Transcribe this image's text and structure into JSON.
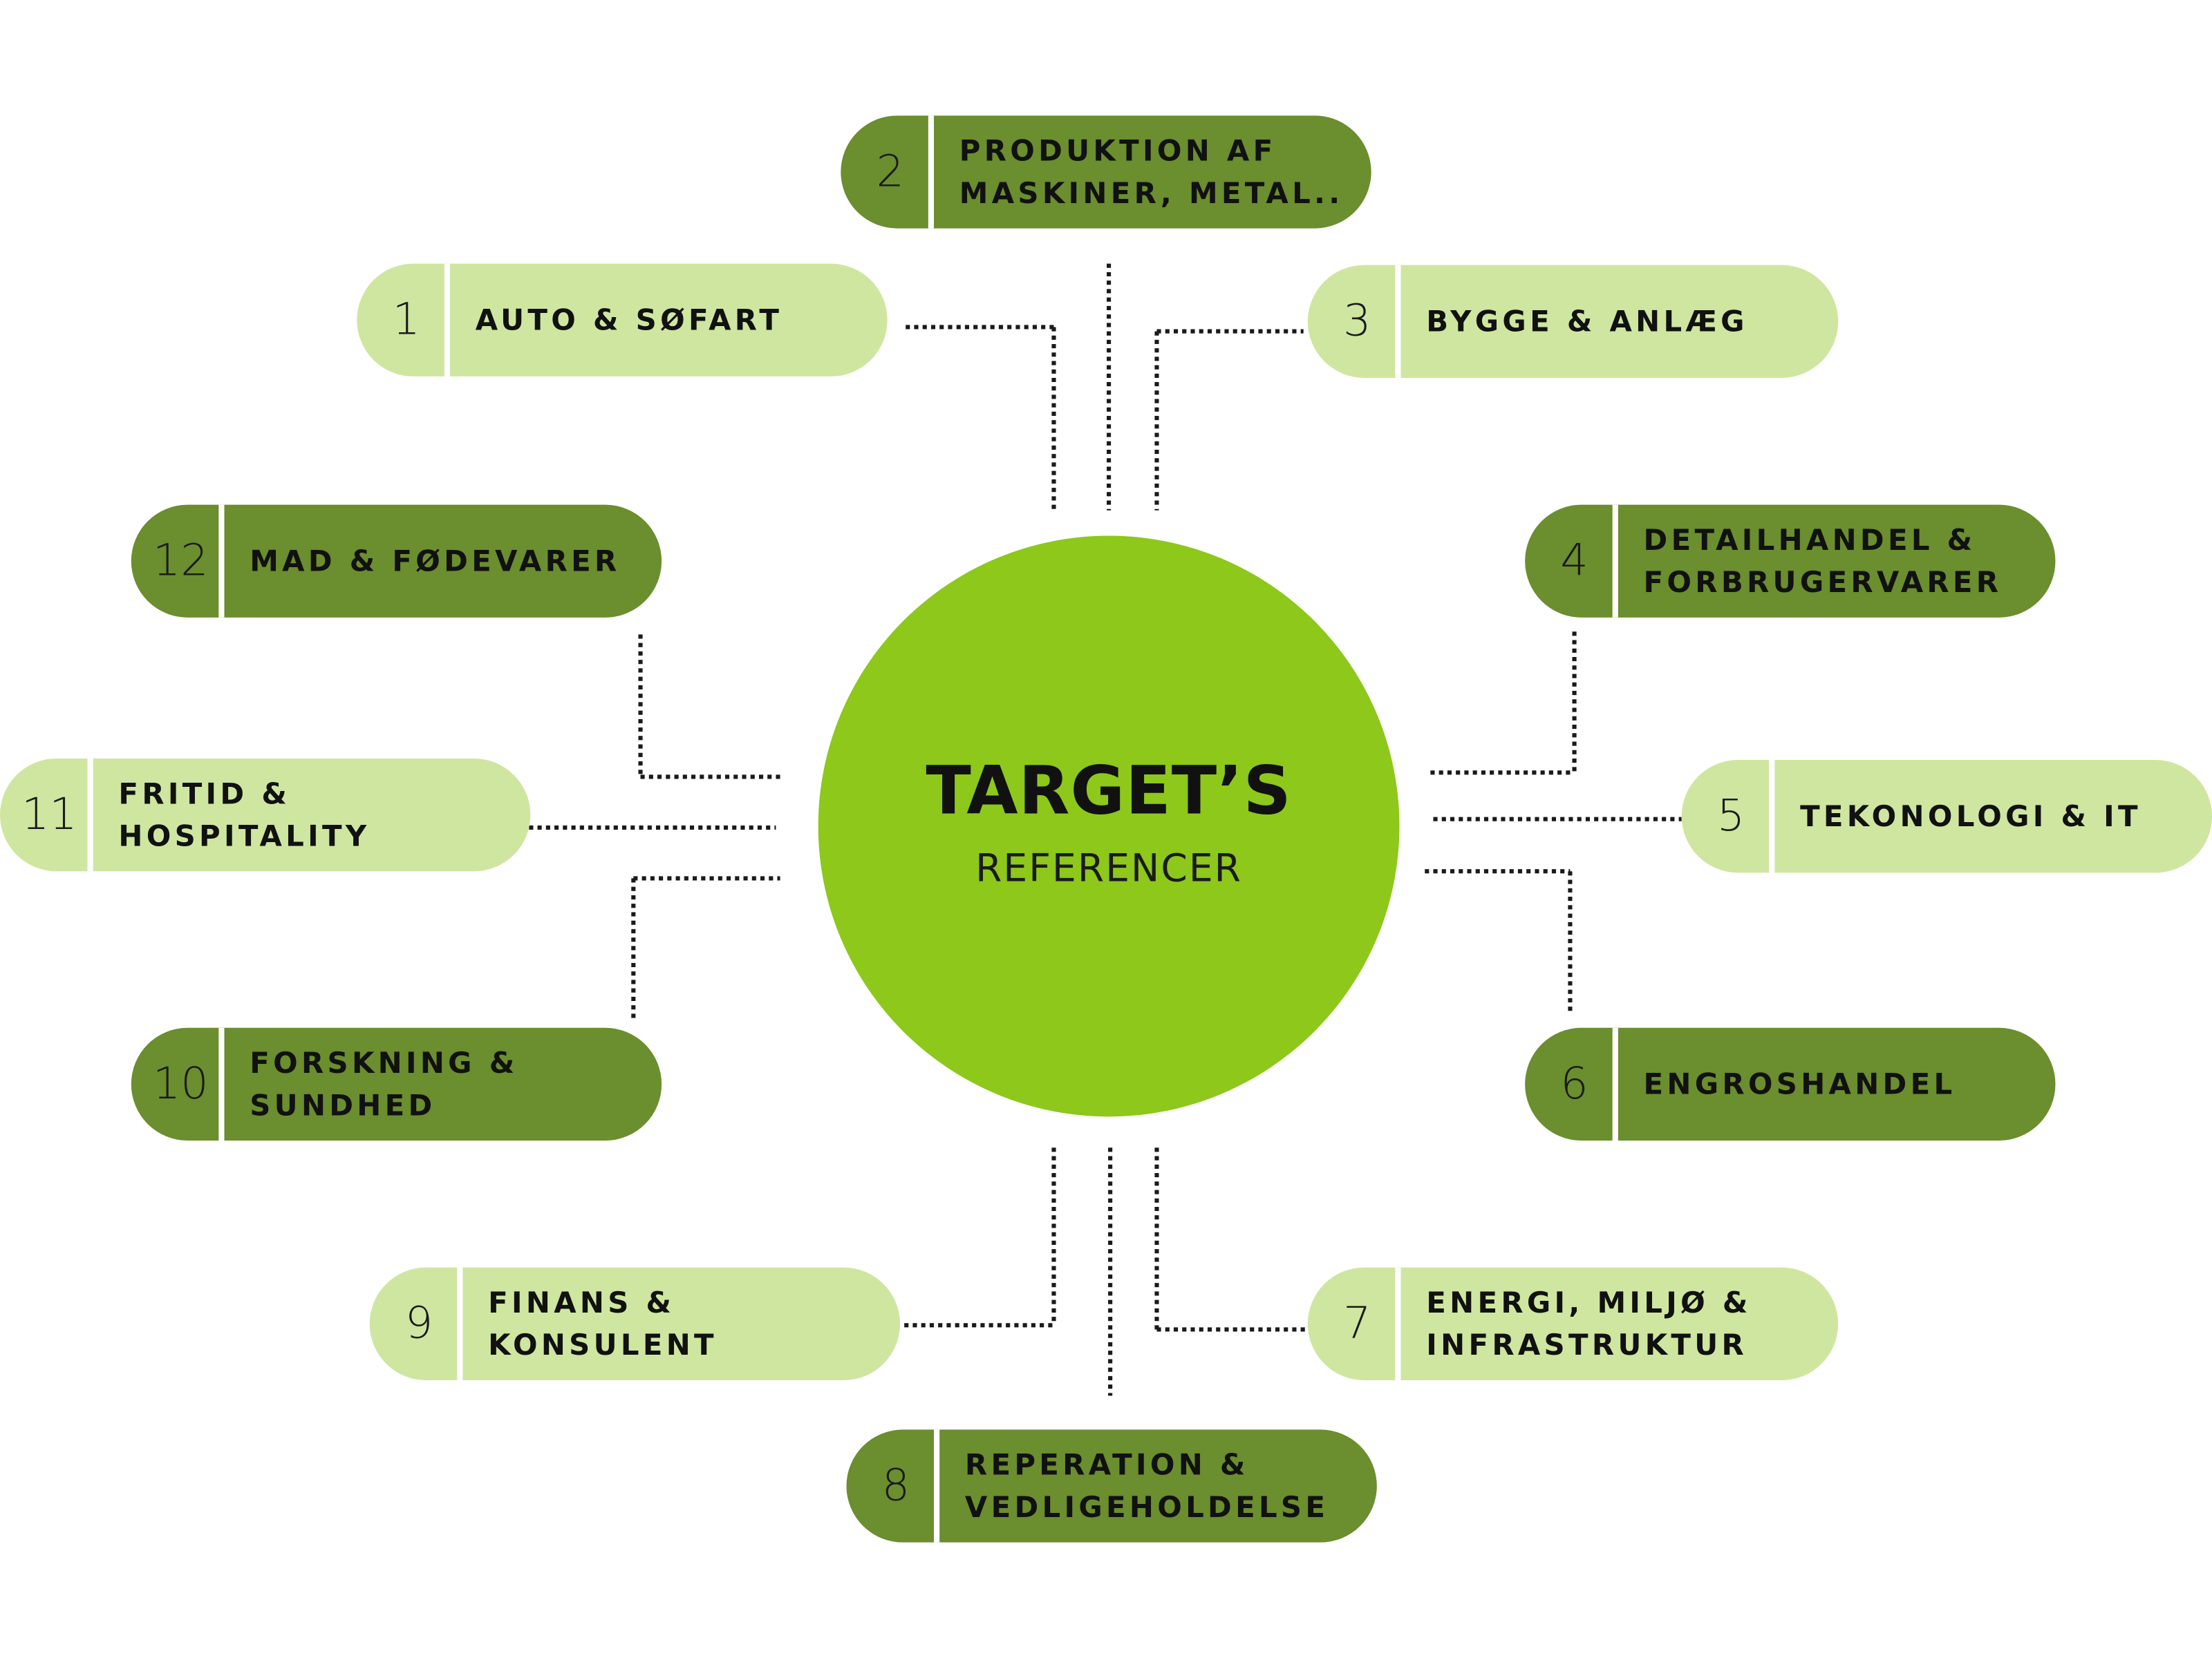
{
  "hub": {
    "title": "TARGET’S",
    "subtitle": "REFERENCER"
  },
  "colors": {
    "hub": "#8dc81a",
    "light_pill": "#cfe6a0",
    "dark_pill": "#6b8e2e",
    "connector": "#1a1a1a"
  },
  "categories": [
    {
      "number": "1",
      "label": "AUTO & SØFART"
    },
    {
      "number": "2",
      "label": "PRODUKTION AF\nMASKINER, METAL.."
    },
    {
      "number": "3",
      "label": "BYGGE & ANLÆG"
    },
    {
      "number": "4",
      "label": "DETAILHANDEL &\nFORBRUGERVARER"
    },
    {
      "number": "5",
      "label": "TEKONOLOGI & IT"
    },
    {
      "number": "6",
      "label": "ENGROSHANDEL"
    },
    {
      "number": "7",
      "label": "ENERGI, MILJØ &\nINFRASTRUKTUR"
    },
    {
      "number": "8",
      "label": "REPERATION &\nVEDLIGEHOLDELSE"
    },
    {
      "number": "9",
      "label": "FINANS &\nKONSULENT"
    },
    {
      "number": "10",
      "label": "FORSKNING &\nSUNDHED"
    },
    {
      "number": "11",
      "label": "FRITID &\nHOSPITALITY"
    },
    {
      "number": "12",
      "label": "MAD & FØDEVARER"
    }
  ]
}
